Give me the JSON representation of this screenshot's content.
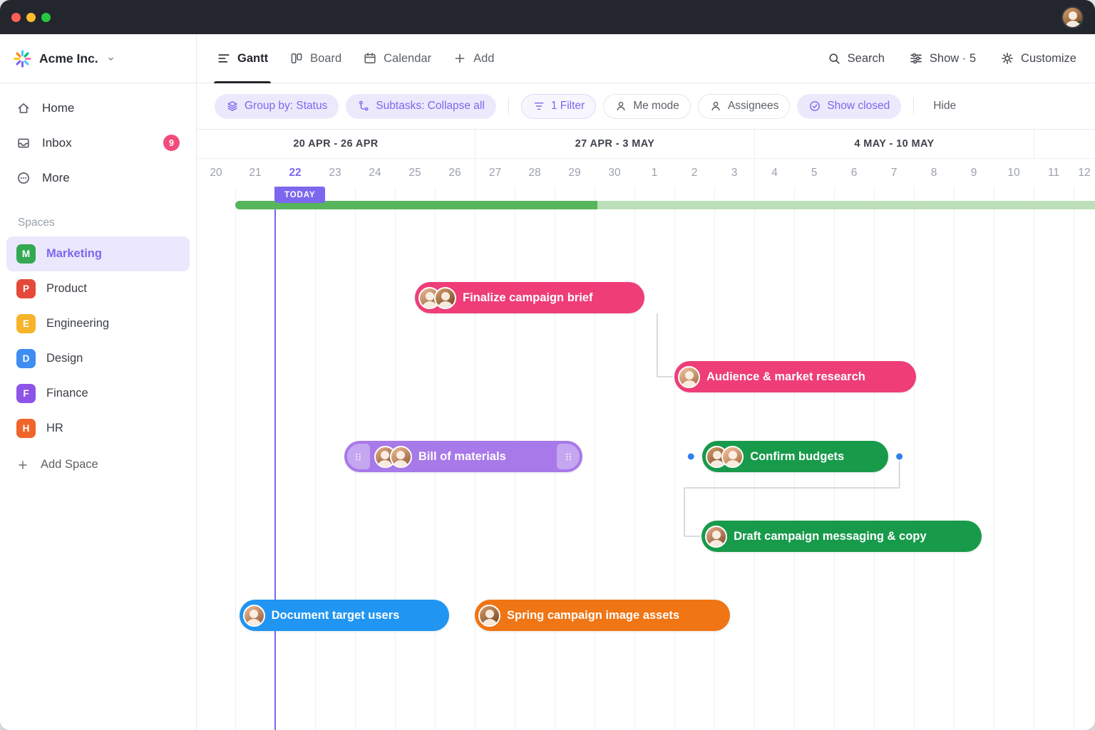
{
  "sidebar": {
    "workspace_name": "Acme Inc.",
    "nav": [
      {
        "label": "Home",
        "icon": "home"
      },
      {
        "label": "Inbox",
        "icon": "inbox",
        "badge": "9"
      },
      {
        "label": "More",
        "icon": "ellipsis"
      }
    ],
    "spaces_title": "Spaces",
    "spaces": [
      {
        "label": "Marketing",
        "letter": "M",
        "color": "#34a853",
        "active": true
      },
      {
        "label": "Product",
        "letter": "P",
        "color": "#e5493a",
        "active": false
      },
      {
        "label": "Engineering",
        "letter": "E",
        "color": "#f7b42a",
        "active": false
      },
      {
        "label": "Design",
        "letter": "D",
        "color": "#3e8df3",
        "active": false
      },
      {
        "label": "Finance",
        "letter": "F",
        "color": "#8d54e8",
        "active": false
      },
      {
        "label": "HR",
        "letter": "H",
        "color": "#f0652c",
        "active": false
      }
    ],
    "add_space_label": "Add Space"
  },
  "header": {
    "tabs": [
      {
        "label": "Gantt",
        "icon": "gantt",
        "active": true
      },
      {
        "label": "Board",
        "icon": "board",
        "active": false
      },
      {
        "label": "Calendar",
        "icon": "calendar",
        "active": false
      }
    ],
    "add_label": "Add",
    "actions": [
      {
        "label": "Search",
        "icon": "search"
      },
      {
        "label": "Show · 5",
        "icon": "sliders"
      },
      {
        "label": "Customize",
        "icon": "gear"
      }
    ]
  },
  "toolbar": {
    "pills": [
      {
        "label": "Group by: Status",
        "icon": "layers",
        "style": "purple"
      },
      {
        "label": "Subtasks: Collapse all",
        "icon": "subtasks",
        "style": "purple"
      },
      {
        "divider": true
      },
      {
        "label": "1 Filter",
        "icon": "filter",
        "style": "purple-outline"
      },
      {
        "label": "Me mode",
        "icon": "user",
        "style": "plain"
      },
      {
        "label": "Assignees",
        "icon": "user",
        "style": "plain"
      },
      {
        "label": "Show closed",
        "icon": "check-circle",
        "style": "purple"
      },
      {
        "divider": true
      }
    ],
    "hide_label": "Hide"
  },
  "chart_data": {
    "type": "gantt",
    "timeline": {
      "week_headers": [
        "20 APR - 26 APR",
        "27 APR - 3 MAY",
        "4 MAY - 10 MAY"
      ],
      "day_labels": [
        "20",
        "21",
        "22",
        "23",
        "24",
        "25",
        "26",
        "27",
        "28",
        "29",
        "30",
        "1",
        "2",
        "3",
        "4",
        "5",
        "6",
        "7",
        "8",
        "9",
        "10",
        "11",
        "12"
      ],
      "today": {
        "label": "TODAY",
        "day_index": 2
      }
    },
    "progress_bar": {
      "start_day": 1.0,
      "solid_end_day": 10.07,
      "color_solid": "#56b65c",
      "color_remaining": "#bcdfb9"
    },
    "tasks": [
      {
        "name": "Finalize campaign brief",
        "color": "#ee3d77",
        "start_day": 5.5,
        "end_day": 11.25,
        "row": 0,
        "assignees": 2
      },
      {
        "name": "Audience & market research",
        "color": "#ee3d77",
        "start_day": 12.0,
        "end_day": 18.05,
        "row": 1,
        "assignees": 1
      },
      {
        "name": "Bill of materials",
        "color": "#a879e8",
        "start_day": 3.73,
        "end_day": 9.7,
        "row": 2,
        "assignees": 2,
        "drag_handles": true
      },
      {
        "name": "Confirm budgets",
        "color": "#189a4b",
        "start_day": 12.7,
        "end_day": 17.35,
        "row": 2,
        "assignees": 2,
        "link_dots": true
      },
      {
        "name": "Draft campaign messaging & copy",
        "color": "#189a4b",
        "start_day": 12.68,
        "end_day": 19.7,
        "row": 3,
        "assignees": 1
      },
      {
        "name": "Document target users",
        "color": "#2095f2",
        "start_day": 1.1,
        "end_day": 6.35,
        "row": 4,
        "assignees": 1
      },
      {
        "name": "Spring campaign image assets",
        "color": "#f07514",
        "start_day": 7.0,
        "end_day": 13.4,
        "row": 4,
        "assignees": 1
      }
    ],
    "dependencies": [
      {
        "from": "Finalize campaign brief",
        "to": "Audience & market research"
      },
      {
        "from": "Confirm budgets",
        "to": "Draft campaign messaging & copy"
      }
    ]
  },
  "colors": {
    "accent": "#7b68ee",
    "today": "#7c68ee",
    "badge": "#f24b7c",
    "link_dot": "#2f80ed",
    "connector": "#cdd1d7"
  }
}
